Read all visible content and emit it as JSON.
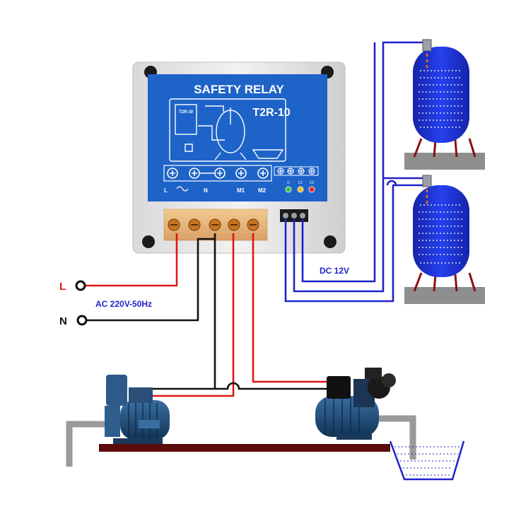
{
  "relay": {
    "title": "SAFETY RELAY",
    "model": "T2R-10",
    "mini_model": "T2R-10",
    "terminal_labels": [
      "L",
      "N",
      "M1",
      "M2"
    ],
    "sensor_labels": [
      "C",
      "C1",
      "C2"
    ]
  },
  "power": {
    "live": "L",
    "neutral": "N",
    "spec": "AC 220V-50Hz"
  },
  "sensor_supply": "DC 12V",
  "colors": {
    "panel_blue": "#1e63c8",
    "wire_red": "#e01616",
    "wire_black": "#111111",
    "wire_blue": "#1f23c9",
    "tank_blue": "#1a2fd6",
    "pump_blue": "#1c4a7a",
    "floor": "#5b0b0b"
  }
}
